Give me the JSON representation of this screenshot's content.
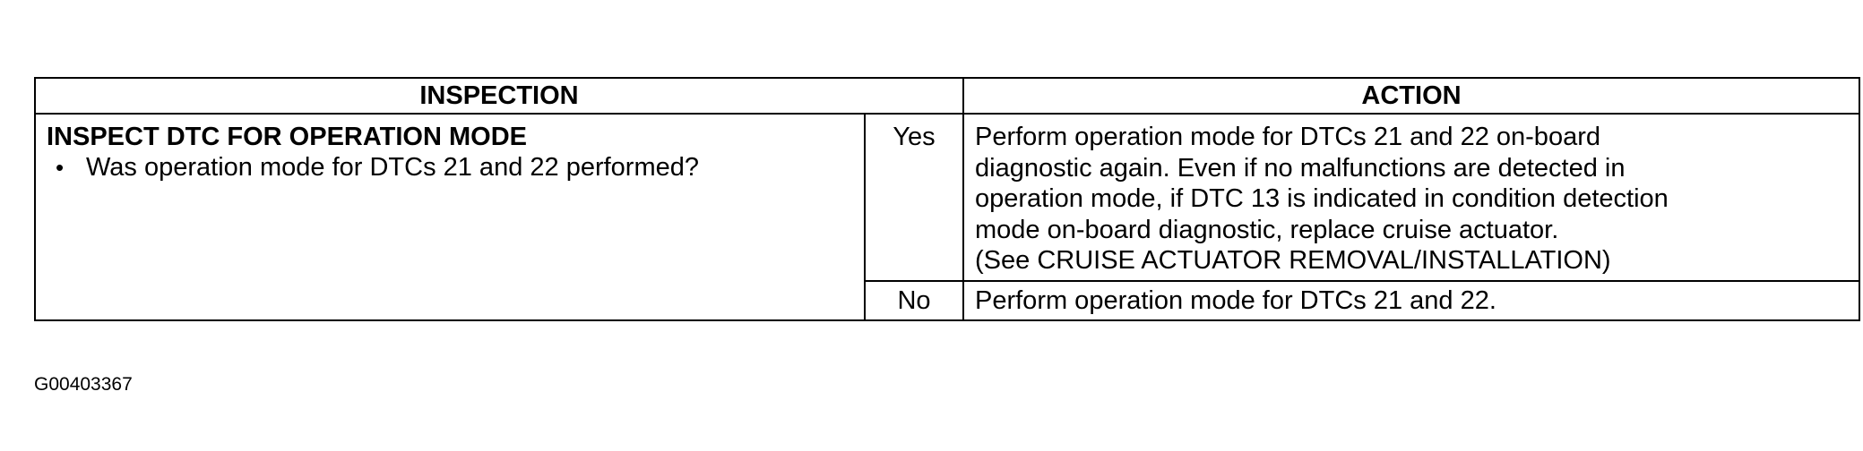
{
  "table": {
    "header": {
      "inspection": "INSPECTION",
      "action": "ACTION"
    },
    "step": {
      "title": "INSPECT DTC FOR OPERATION MODE",
      "bullet": "•",
      "question": "Was operation mode for DTCs 21 and 22 performed?"
    },
    "rows": [
      {
        "answer": "Yes",
        "action_lines": [
          "Perform operation mode for DTCs 21 and 22 on-board",
          "diagnostic again. Even if no malfunctions are detected in",
          "operation mode, if DTC 13 is indicated in condition detection",
          "mode on-board diagnostic, replace cruise actuator.",
          "(See CRUISE ACTUATOR REMOVAL/INSTALLATION)"
        ]
      },
      {
        "answer": "No",
        "action_lines": [
          "Perform operation mode for DTCs 21 and 22."
        ]
      }
    ]
  },
  "figure_id": "G00403367"
}
